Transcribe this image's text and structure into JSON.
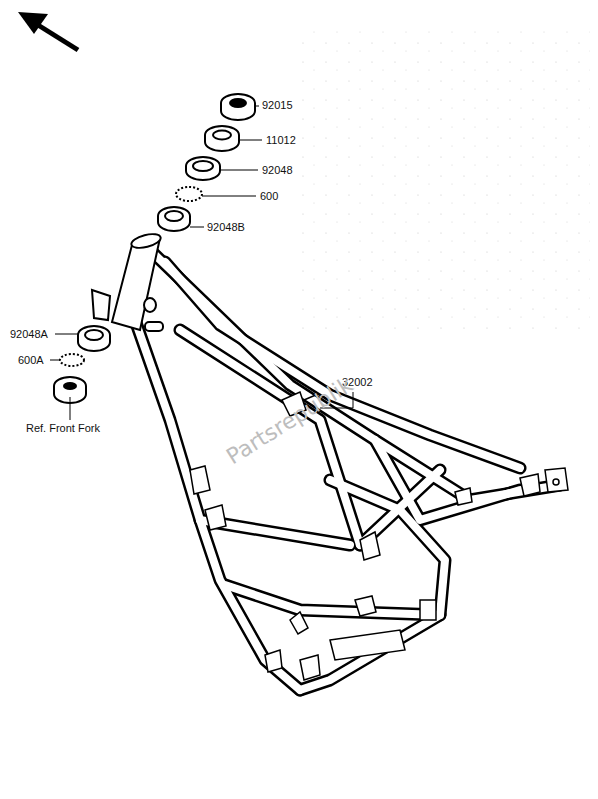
{
  "diagram": {
    "labels": [
      "92015",
      "11012",
      "92048",
      "600",
      "92048B",
      "92048A",
      "600A",
      "Ref. Front Fork",
      "32002",
      "Partsrepublik"
    ]
  }
}
